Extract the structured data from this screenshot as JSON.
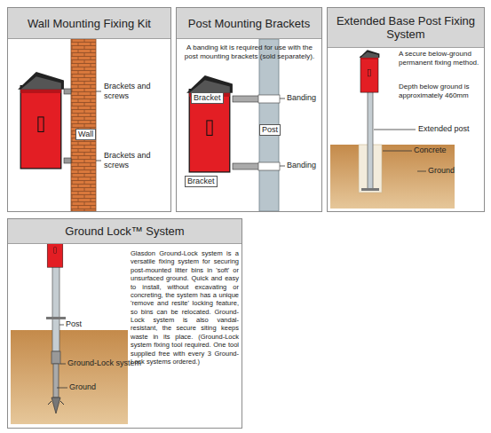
{
  "diagram": {
    "nodes": [
      {
        "text": [
          "Wall Mounting Fixing Kit"
        ]
      },
      {
        "text": [
          "Post Mounting Brackets",
          "A banding kit is required for use with the post mounting brackets (sold separately)."
        ]
      },
      {
        "text": [
          "Extended Base Post Fixing System",
          "A secure below-ground permanent fixing method.",
          "Depth below ground is approximately 460mm"
        ]
      },
      {
        "text": [
          "Ground Lock™ System",
          "Glasdon Ground-Lock system is a versatile fixing system for securing post-mounted litter bins in 'soft' or unsurfaced ground. Quick and easy to install, without excavating or concreting, the system has a unique 'remove and resite' locking feature, so bins can be relocated. Ground-Lock system is also vandal-resistant, the secure siting keeps waste in its place. (Ground-Lock system fixing tool required. One tool supplied free with every 3 Ground-Lock systems ordered.)"
        ]
      }
    ],
    "labels": [
      "Brackets and screws",
      "Wall",
      "Brackets and screws",
      "Bracket",
      "Post",
      "Banding",
      "Banding",
      "Bracket",
      "Extended post",
      "Concrete",
      "Ground",
      "Post",
      "Ground-Lock system",
      "Ground"
    ]
  }
}
